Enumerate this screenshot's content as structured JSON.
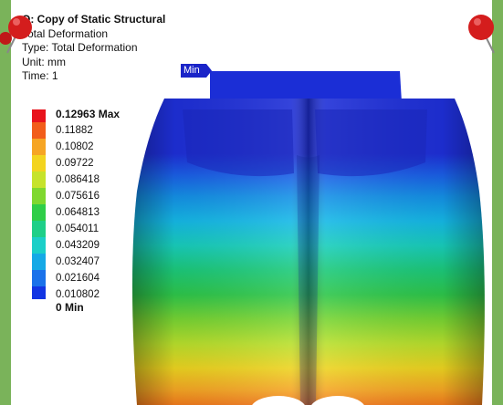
{
  "result": {
    "title": "O: Copy of Static Structural",
    "subtitle": "Total Deformation",
    "type": "Type: Total Deformation",
    "unit": "Unit: mm",
    "time": "Time: 1"
  },
  "probe": {
    "min_label": "Min"
  },
  "legend": {
    "entries": [
      {
        "label": "0.12963 Max",
        "color": "#e8131c"
      },
      {
        "label": "0.11882",
        "color": "#f25d1a"
      },
      {
        "label": "0.10802",
        "color": "#f6a524"
      },
      {
        "label": "0.09722",
        "color": "#f3d41f"
      },
      {
        "label": "0.086418",
        "color": "#c6e32b"
      },
      {
        "label": "0.075616",
        "color": "#7fd82f"
      },
      {
        "label": "0.064813",
        "color": "#2fce48"
      },
      {
        "label": "0.054011",
        "color": "#1ecf88"
      },
      {
        "label": "0.043209",
        "color": "#1bcfc8"
      },
      {
        "label": "0.032407",
        "color": "#15a9e6"
      },
      {
        "label": "0.021604",
        "color": "#1a72ea"
      },
      {
        "label": "0.010802",
        "color": "#1235e3"
      },
      {
        "label": "0 Min",
        "color": ""
      }
    ]
  },
  "colors": {
    "background_frame": "#7ab35a",
    "model_base": "#1632de",
    "pin": "#d41d1d"
  }
}
